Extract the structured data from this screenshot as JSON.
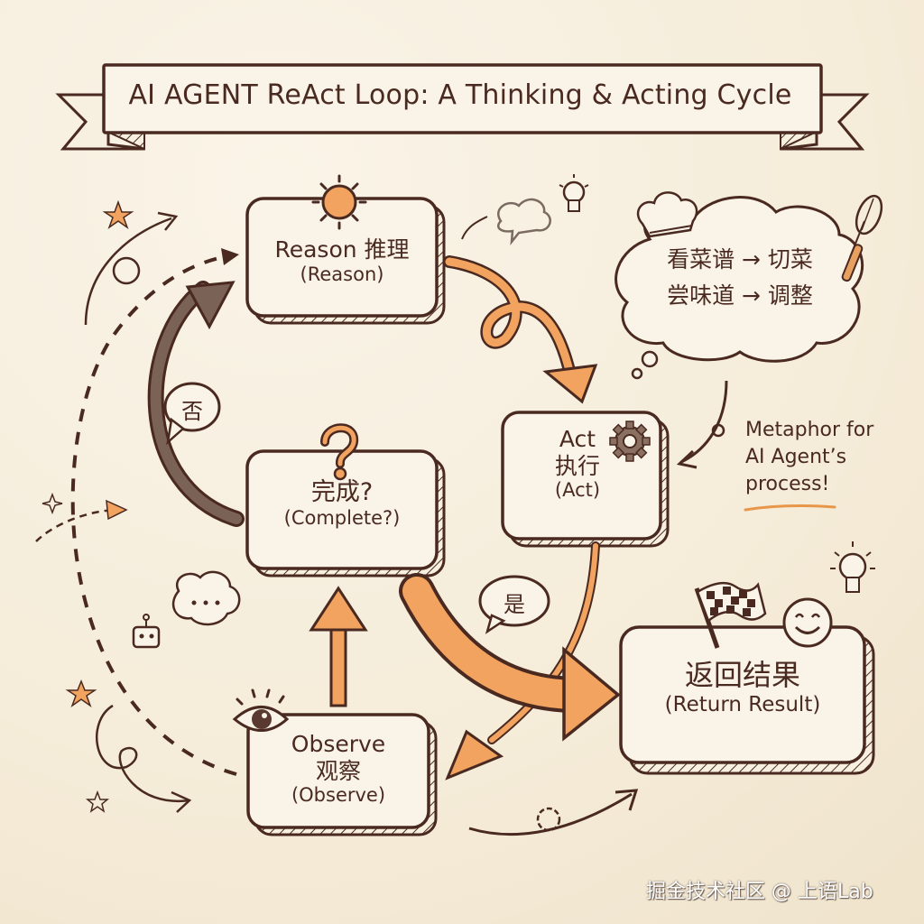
{
  "title": "AI AGENT ReAct Loop: A Thinking & Acting Cycle",
  "colors": {
    "background": "#f7efdf",
    "ink": "#4a2a20",
    "accent_orange": "#f0a060",
    "dark_arrow": "#6e5448"
  },
  "nodes": {
    "reason": {
      "line1": "Reason 推理",
      "line2": "(Reason)",
      "icon": "sun-icon"
    },
    "act": {
      "line1": "Act",
      "line2": "执行",
      "line3": "(Act)",
      "icon": "gear-icon"
    },
    "complete": {
      "line1": "完成?",
      "line2": "(Complete?)",
      "icon": "question-mark-icon"
    },
    "observe": {
      "line1": "Observe",
      "line2": "观察",
      "line3": "(Observe)",
      "icon": "eye-icon"
    },
    "result": {
      "line1": "返回结果",
      "line2": "(Return Result)",
      "icons": [
        "checkered-flag-icon",
        "smiley-icon"
      ]
    }
  },
  "branches": {
    "no_label": "否",
    "yes_label": "是"
  },
  "metaphor_cloud": {
    "line1": "看菜谱 → 切菜",
    "line2": "尝味道 → 调整",
    "icons": [
      "chef-hat-icon",
      "whisk-icon"
    ]
  },
  "note": {
    "line1": "Metaphor for",
    "line2": "AI Agent’s",
    "line3": "process!"
  },
  "watermark": "掘金技术社区 @ 上语Lab"
}
